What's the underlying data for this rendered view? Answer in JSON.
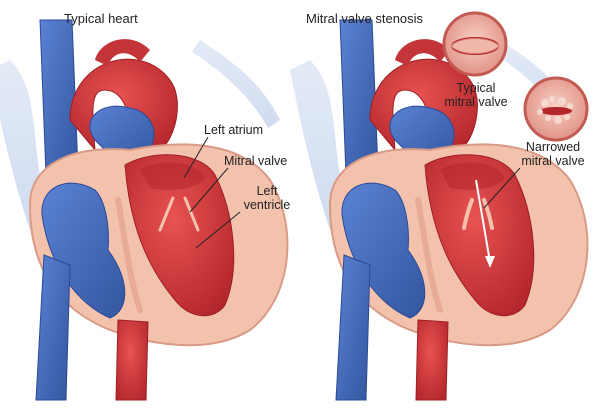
{
  "panels": {
    "typical": {
      "title": "Typical heart"
    },
    "stenosis": {
      "title": "Mitral valve stenosis"
    }
  },
  "labels": {
    "left_atrium": "Left atrium",
    "mitral_valve": "Mitral valve",
    "left_ventricle_1": "Left",
    "left_ventricle_2": "ventricle",
    "typical_valve_1": "Typical",
    "typical_valve_2": "mitral valve",
    "narrowed_valve_1": "Narrowed",
    "narrowed_valve_2": "mitral valve"
  },
  "colors": {
    "vein_blue": "#4a6fc2",
    "vein_dark": "#2b4a96",
    "artery_red": "#d63a3a",
    "artery_dark": "#9e1f24",
    "wall_pink": "#f2c2ad",
    "wall_edge": "#d99a86",
    "background_vessel": "#c9d7ef",
    "label_text": "#222222"
  }
}
